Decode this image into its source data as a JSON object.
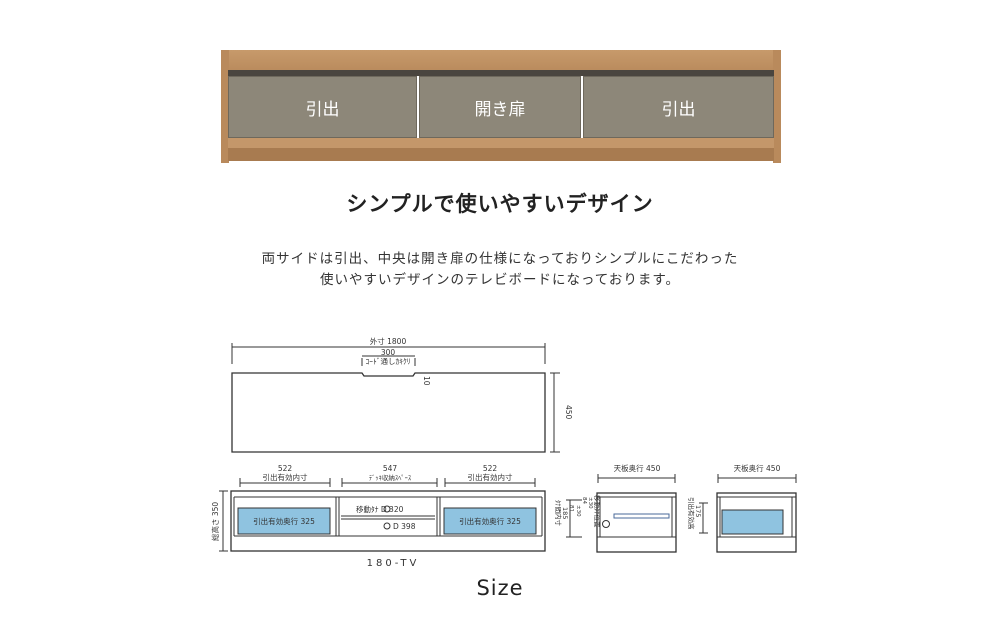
{
  "product_photo": {
    "panels": [
      "引出",
      "開き扉",
      "引出"
    ],
    "colors": {
      "wood": "#b98a5c",
      "panel": "#8d8779"
    }
  },
  "heading": "シンプルで使いやすいデザイン",
  "description": [
    "両サイドは引出、中央は開き扉の仕様になっておりシンプルにこだわった",
    "使いやすいデザインのテレビボードになっております。"
  ],
  "drawing": {
    "top_view": {
      "width_label": "外寸 1800",
      "notch_width": "300",
      "notch_label": "ｺｰﾄﾞ通しｶｷｸﾘ",
      "notch_depth": "10",
      "depth": "450"
    },
    "front_view": {
      "left_width": "522",
      "left_label": "引出有効内寸",
      "center_width": "547",
      "center_label": "ﾃﾞｯｷ収納ｽﾍﾟｰｽ",
      "right_width": "522",
      "right_label": "引出有効内寸",
      "height_label": "総高さ 350",
      "left_drawer": "引出有効奥行 325",
      "right_drawer": "引出有効奥行 325",
      "shelf_depth": "移動ﾀﾅ D 320",
      "inner_depth": "D 398",
      "model": "180-TV",
      "drawer_color": "#8fc3e0"
    },
    "side_view_center": {
      "depth_label": "天板奥行 450",
      "inner_height_label": "ﾀﾅ間内寸",
      "inner_height": "185",
      "shelf_positions": [
        "81",
        "84"
      ],
      "shelf_steps": [
        "±30",
        "±30"
      ],
      "shelf_position_label": "移動ﾀﾅ位置"
    },
    "side_view_drawer": {
      "depth_label": "天板奥行 450",
      "drawer_height_label": "引出有効高",
      "drawer_height": "175"
    }
  },
  "size_label": "Size"
}
